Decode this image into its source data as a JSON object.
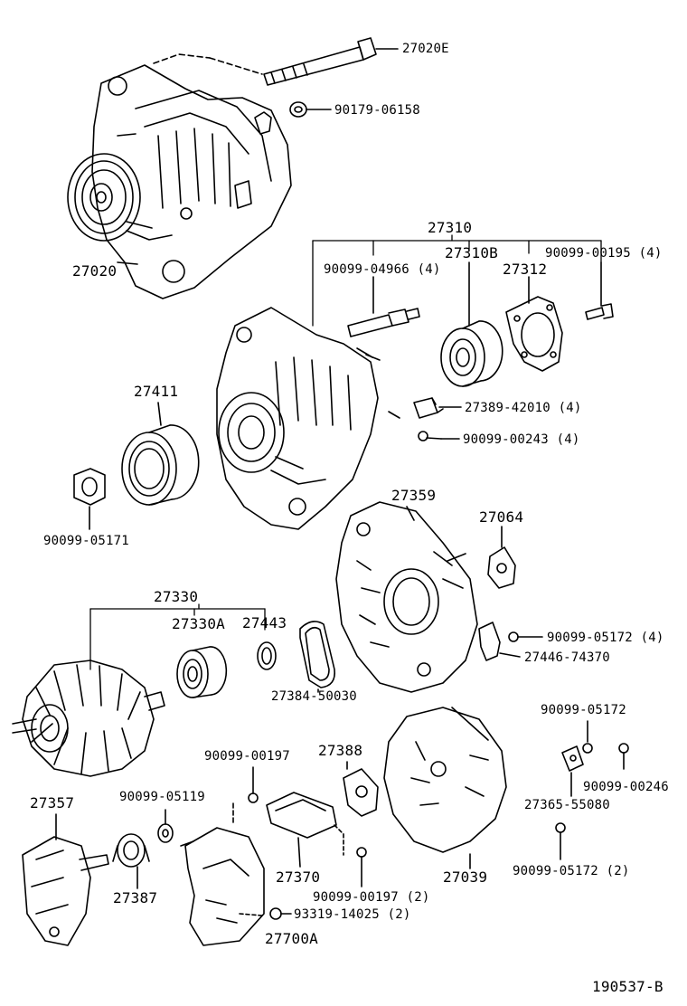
{
  "diagram_id": "190537-B",
  "parts": [
    {
      "id": "27020E",
      "qty": ""
    },
    {
      "id": "90179-06158",
      "qty": ""
    },
    {
      "id": "27020",
      "qty": ""
    },
    {
      "id": "27310",
      "qty": ""
    },
    {
      "id": "27310B",
      "qty": ""
    },
    {
      "id": "90099-00195",
      "qty": "(4)"
    },
    {
      "id": "90099-04966",
      "qty": "(4)"
    },
    {
      "id": "27312",
      "qty": ""
    },
    {
      "id": "27411",
      "qty": ""
    },
    {
      "id": "27389-42010",
      "qty": "(4)"
    },
    {
      "id": "90099-00243",
      "qty": "(4)"
    },
    {
      "id": "90099-05171",
      "qty": ""
    },
    {
      "id": "27359",
      "qty": ""
    },
    {
      "id": "27064",
      "qty": ""
    },
    {
      "id": "27330",
      "qty": ""
    },
    {
      "id": "27330A",
      "qty": ""
    },
    {
      "id": "27443",
      "qty": ""
    },
    {
      "id": "90099-05172",
      "qty": "(4)"
    },
    {
      "id": "27446-74370",
      "qty": ""
    },
    {
      "id": "27384-50030",
      "qty": ""
    },
    {
      "id": "90099-05172",
      "qty": ""
    },
    {
      "id": "90099-00197",
      "qty": ""
    },
    {
      "id": "27388",
      "qty": ""
    },
    {
      "id": "90099-00246",
      "qty": ""
    },
    {
      "id": "27357",
      "qty": ""
    },
    {
      "id": "90099-05119",
      "qty": ""
    },
    {
      "id": "27365-55080",
      "qty": ""
    },
    {
      "id": "27370",
      "qty": ""
    },
    {
      "id": "27039",
      "qty": ""
    },
    {
      "id": "27387",
      "qty": ""
    },
    {
      "id": "90099-00197",
      "qty": "(2)"
    },
    {
      "id": "90099-05172",
      "qty": "(2)"
    },
    {
      "id": "93319-14025",
      "qty": "(2)"
    },
    {
      "id": "27700A",
      "qty": ""
    }
  ]
}
